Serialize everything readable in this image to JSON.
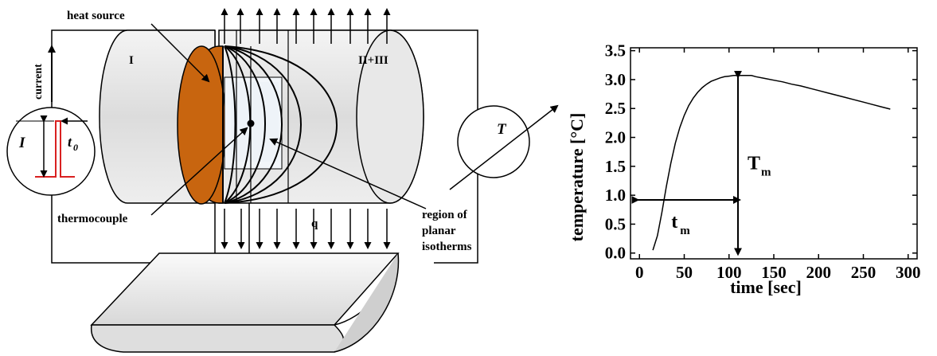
{
  "diagram": {
    "labels": {
      "heat_source": "heat source",
      "current": "current",
      "region_I": "I",
      "region_II_III": "II+III",
      "pulse_I": "I",
      "pulse_t": "t",
      "pulse_t_sub": "0",
      "meter_T": "T",
      "thermocouple": "thermocouple",
      "q": "q",
      "region_line1": "region of",
      "region_line2": "planar",
      "region_line3": "isotherms"
    },
    "colors": {
      "heater": "#c8650f",
      "cylinder_fill": "#e4e4e4",
      "pulse": "#d92020",
      "stroke": "#000000"
    }
  },
  "chart_data": {
    "type": "line",
    "xlabel": "time [sec]",
    "ylabel": "temperature [°C]",
    "xlim": [
      -10,
      310
    ],
    "ylim": [
      -0.1,
      3.55
    ],
    "xticks": [
      0,
      50,
      100,
      150,
      200,
      250,
      300
    ],
    "yticks": [
      "0.0",
      "0.5",
      "1.0",
      "1.5",
      "2.0",
      "2.5",
      "3.0",
      "3.5"
    ],
    "series": [
      {
        "x": [
          15,
          20,
          25,
          30,
          35,
          40,
          45,
          50,
          55,
          60,
          65,
          70,
          75,
          80,
          85,
          90,
          95,
          100,
          105,
          110,
          115,
          120,
          125,
          130,
          140,
          150,
          160,
          170,
          180,
          190,
          200,
          210,
          220,
          230,
          240,
          250,
          260,
          270,
          280
        ],
        "y": [
          0.05,
          0.3,
          0.7,
          1.15,
          1.55,
          1.9,
          2.17,
          2.38,
          2.55,
          2.68,
          2.78,
          2.86,
          2.92,
          2.97,
          3.0,
          3.03,
          3.05,
          3.06,
          3.07,
          3.07,
          3.07,
          3.07,
          3.07,
          3.05,
          3.02,
          2.99,
          2.96,
          2.92,
          2.89,
          2.85,
          2.81,
          2.77,
          2.73,
          2.69,
          2.65,
          2.61,
          2.57,
          2.53,
          2.49
        ]
      }
    ],
    "annotations": {
      "t_m": {
        "label": "t",
        "sub": "m",
        "x_from": 0,
        "x_to": 110,
        "y": 0.92
      },
      "T_m": {
        "label": "T",
        "sub": "m",
        "x": 110,
        "y_from": -0.05,
        "y_to": 3.07
      }
    },
    "grid": false
  }
}
